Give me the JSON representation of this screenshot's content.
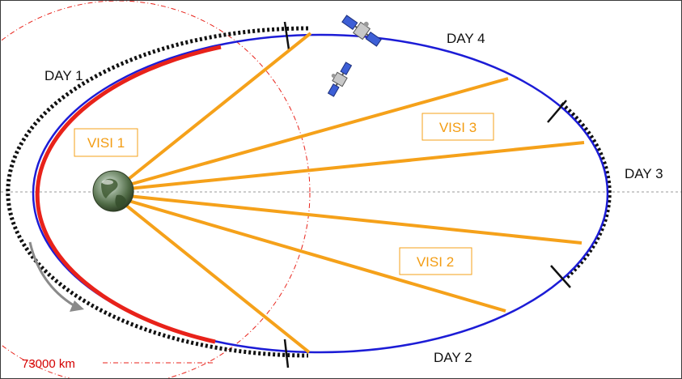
{
  "diagram": {
    "day_labels": {
      "day1": "DAY 1",
      "day2": "DAY 2",
      "day3": "DAY 3",
      "day4": "DAY 4"
    },
    "visibility_labels": {
      "visi1": "VISI 1",
      "visi2": "VISI 2",
      "visi3": "VISI 3"
    },
    "distance_label": "73000 km",
    "colors": {
      "orbit": "#1c1cd6",
      "perigee_arc": "#e8221a",
      "dotted_track": "#111111",
      "visibility_rays": "#f5a11a",
      "distance_circle": "#e8221a",
      "axis": "#9a9a9a",
      "direction_arrow": "#8a8a8a"
    },
    "icons": [
      "earth-icon",
      "satellite-icon",
      "satellite-icon"
    ]
  }
}
